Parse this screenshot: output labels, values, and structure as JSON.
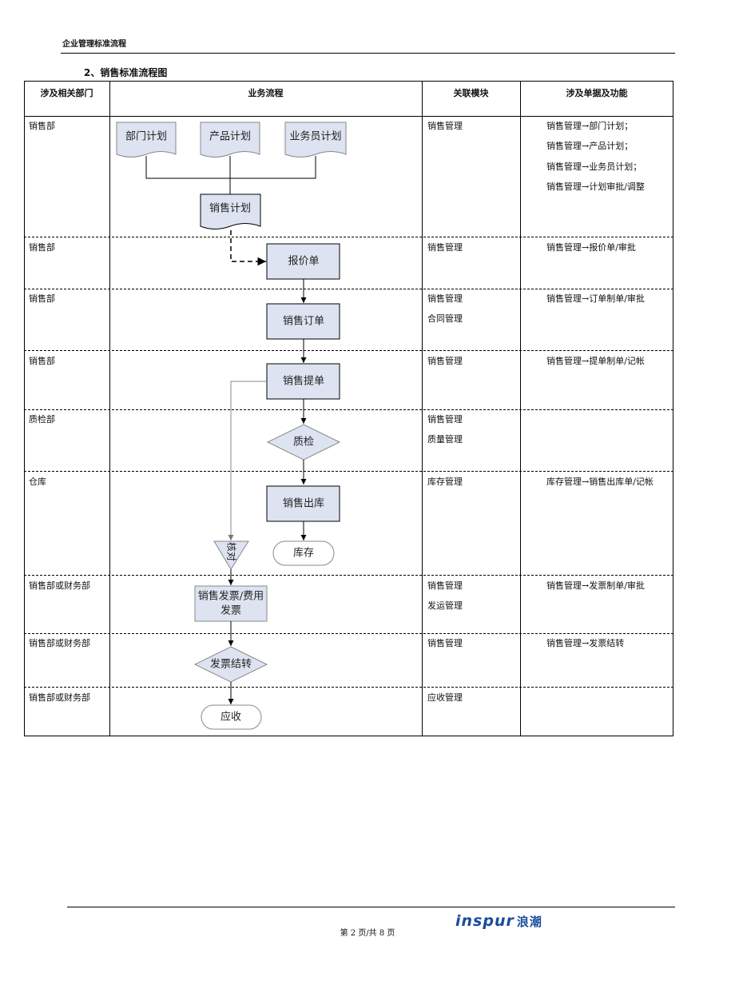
{
  "header": {
    "title": "企业管理标准流程"
  },
  "section": {
    "title": "2、销售标准流程图"
  },
  "table": {
    "headers": [
      "涉及相关部门",
      "业务流程",
      "关联模块",
      "涉及单据及功能"
    ],
    "rows": [
      {
        "dept": "销售部",
        "modules": [
          "销售管理"
        ],
        "docs": [
          "销售管理→部门计划；",
          "销售管理→产品计划；",
          "销售管理→业务员计划；",
          "销售管理→计划审批/调整"
        ]
      },
      {
        "dept": "销售部",
        "modules": [
          "销售管理"
        ],
        "docs": [
          "销售管理→报价单/审批"
        ]
      },
      {
        "dept": "销售部",
        "modules": [
          "销售管理",
          "合同管理"
        ],
        "docs": [
          "销售管理→订单制单/审批"
        ]
      },
      {
        "dept": "销售部",
        "modules": [
          "销售管理"
        ],
        "docs": [
          "销售管理→提单制单/记帐"
        ]
      },
      {
        "dept": "质检部",
        "modules": [
          "销售管理",
          "质量管理"
        ],
        "docs": []
      },
      {
        "dept": "仓库",
        "modules": [
          "库存管理"
        ],
        "docs": [
          "库存管理→销售出库单/记帐"
        ]
      },
      {
        "dept": "销售部或财务部",
        "modules": [
          "销售管理",
          "发运管理"
        ],
        "docs": [
          "销售管理→发票制单/审批"
        ]
      },
      {
        "dept": "销售部或财务部",
        "modules": [
          "销售管理"
        ],
        "docs": [
          "销售管理→发票结转"
        ]
      },
      {
        "dept": "销售部或财务部",
        "modules": [
          "应收管理"
        ],
        "docs": []
      }
    ]
  },
  "flow": {
    "dept_plan": "部门计划",
    "product_plan": "产品计划",
    "salesman_plan": "业务员计划",
    "sales_plan": "销售计划",
    "quotation": "报价单",
    "sales_order": "销售订单",
    "bill_of_lading": "销售提单",
    "quality_check": "质检",
    "sales_outbound": "销售出库",
    "inventory": "库存",
    "verify": "核对",
    "invoice_line1": "销售发票/费用",
    "invoice_line2": "发票",
    "invoice_transfer": "发票结转",
    "receivable": "应收"
  },
  "footer": {
    "page": "第 2 页/共 8 页",
    "logo_en": "inspur",
    "logo_cn": "浪潮"
  },
  "colors": {
    "box_fill": "#dde3f0",
    "brand": "#1a4b9c"
  }
}
